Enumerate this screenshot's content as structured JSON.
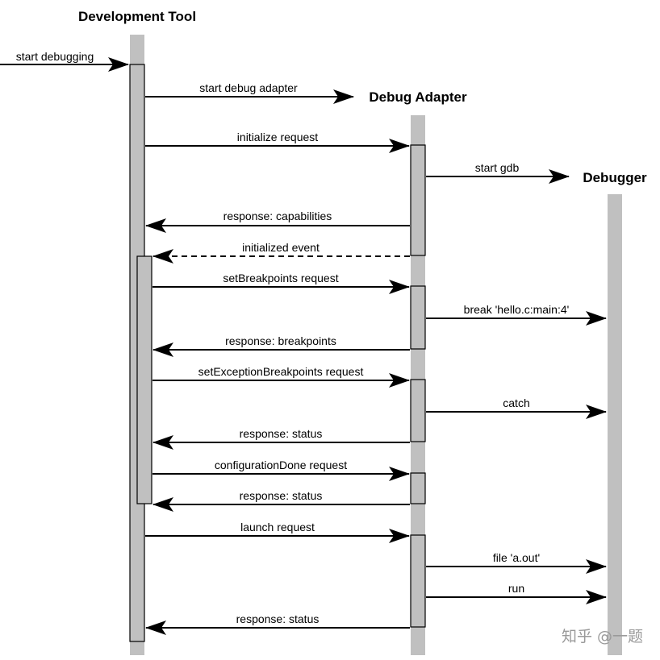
{
  "actors": [
    {
      "id": "dev",
      "name": "Development Tool"
    },
    {
      "id": "adapter",
      "name": "Debug Adapter"
    },
    {
      "id": "debugger",
      "name": "Debugger"
    }
  ],
  "messages": [
    {
      "id": "start-debugging",
      "from": "external",
      "to": "dev",
      "label": "start debugging",
      "style": "solid"
    },
    {
      "id": "start-debug-adapter",
      "from": "dev",
      "to": "adapter",
      "label": "start debug adapter",
      "style": "solid",
      "creates": "adapter"
    },
    {
      "id": "initialize-request",
      "from": "dev",
      "to": "adapter",
      "label": "initialize request",
      "style": "solid"
    },
    {
      "id": "start-gdb",
      "from": "adapter",
      "to": "debugger",
      "label": "start gdb",
      "style": "solid",
      "creates": "debugger"
    },
    {
      "id": "response-capabilities",
      "from": "adapter",
      "to": "dev",
      "label": "response: capabilities",
      "style": "solid"
    },
    {
      "id": "initialized-event",
      "from": "adapter",
      "to": "dev",
      "label": "initialized event",
      "style": "dashed"
    },
    {
      "id": "setbreakpoints-request",
      "from": "dev",
      "to": "adapter",
      "label": "setBreakpoints request",
      "style": "solid"
    },
    {
      "id": "break-hello",
      "from": "adapter",
      "to": "debugger",
      "label": "break 'hello.c:main:4'",
      "style": "solid"
    },
    {
      "id": "response-breakpoints",
      "from": "adapter",
      "to": "dev",
      "label": "response: breakpoints",
      "style": "solid"
    },
    {
      "id": "setexceptionbreakpoints-request",
      "from": "dev",
      "to": "adapter",
      "label": "setExceptionBreakpoints request",
      "style": "solid"
    },
    {
      "id": "catch",
      "from": "adapter",
      "to": "debugger",
      "label": "catch",
      "style": "solid"
    },
    {
      "id": "response-status-1",
      "from": "adapter",
      "to": "dev",
      "label": "response: status",
      "style": "solid"
    },
    {
      "id": "configurationdone-request",
      "from": "dev",
      "to": "adapter",
      "label": "configurationDone request",
      "style": "solid"
    },
    {
      "id": "response-status-2",
      "from": "adapter",
      "to": "dev",
      "label": "response: status",
      "style": "solid"
    },
    {
      "id": "launch-request",
      "from": "dev",
      "to": "adapter",
      "label": "launch request",
      "style": "solid"
    },
    {
      "id": "file-aout",
      "from": "adapter",
      "to": "debugger",
      "label": "file 'a.out'",
      "style": "solid"
    },
    {
      "id": "run",
      "from": "adapter",
      "to": "debugger",
      "label": "run",
      "style": "solid"
    },
    {
      "id": "response-status-3",
      "from": "adapter",
      "to": "dev",
      "label": "response: status",
      "style": "solid"
    }
  ],
  "watermark": "知乎 @一题",
  "colors": {
    "lifeline": "#c0c0c0",
    "activation": "#c0c0c0",
    "line": "#000000",
    "watermark": "#9a9a9a"
  }
}
